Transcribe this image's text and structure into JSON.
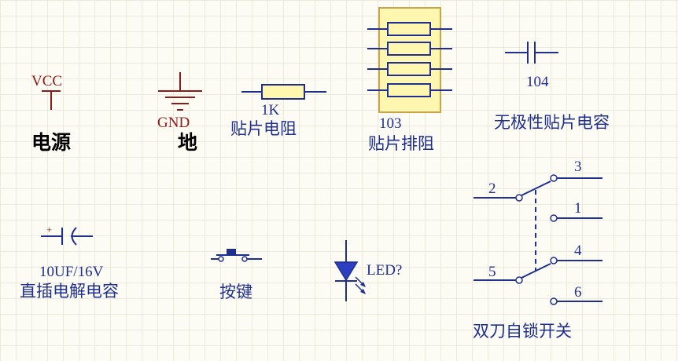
{
  "vcc": {
    "net": "VCC",
    "caption": "电源"
  },
  "gnd": {
    "net": "GND",
    "caption": "地"
  },
  "resistor": {
    "value": "1K",
    "caption": "贴片电阻"
  },
  "resistor_array": {
    "value": "103",
    "caption": "贴片排阻"
  },
  "capacitor": {
    "value": "104",
    "caption": "无极性贴片电容"
  },
  "electrolytic": {
    "polarity": "+",
    "value": "10UF/16V",
    "caption": "直插电解电容"
  },
  "button": {
    "caption": "按键"
  },
  "led": {
    "designator": "LED?"
  },
  "switch": {
    "pins": [
      "2",
      "3",
      "1",
      "5",
      "4",
      "6"
    ],
    "caption": "双刀自锁开关"
  },
  "colors": {
    "wire": "#1f2f8f",
    "power": "#8b1a1a",
    "component_fill": "#fff6b0",
    "array_fill": "#fff6b0",
    "led_fill": "#2d3fc0"
  }
}
